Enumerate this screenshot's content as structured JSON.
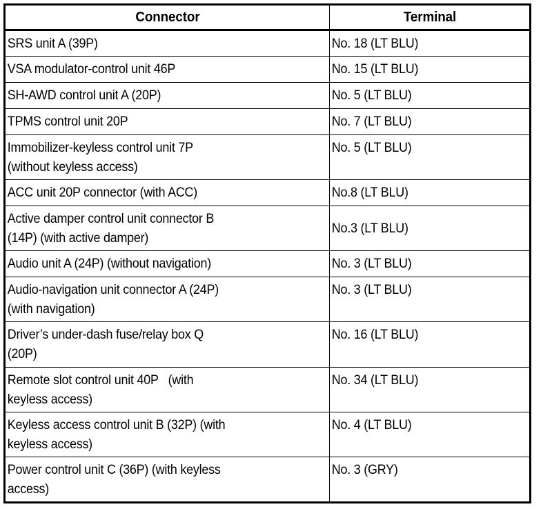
{
  "document": {
    "type": "service-manual-table",
    "background_color": "#ffffff",
    "text_color": "#000000",
    "border_color": "#000000"
  },
  "table": {
    "headers": {
      "connector": "Connector",
      "terminal": "Terminal"
    },
    "rows": [
      {
        "connector": "SRS unit A (39P)",
        "terminal": "No. 18 (LT BLU)",
        "terminal_valign": "top"
      },
      {
        "connector": "VSA modulator-control unit 46P",
        "terminal": "No. 15 (LT BLU)",
        "terminal_valign": "top"
      },
      {
        "connector": "SH-AWD control unit A (20P)",
        "terminal": "No. 5 (LT BLU)",
        "terminal_valign": "top"
      },
      {
        "connector": "TPMS control unit 20P",
        "terminal": "No. 7 (LT BLU)",
        "terminal_valign": "top"
      },
      {
        "connector": "Immobilizer-keyless control unit 7P\n(without keyless access)",
        "terminal": "No. 5 (LT BLU)",
        "terminal_valign": "top"
      },
      {
        "connector": "ACC unit 20P connector (with ACC)",
        "terminal": "No.8 (LT BLU)",
        "terminal_valign": "top"
      },
      {
        "connector": "Active damper control unit connector B\n(14P) (with active damper)",
        "terminal": "No.3 (LT BLU)",
        "terminal_valign": "middle"
      },
      {
        "connector": "Audio unit A (24P) (without navigation)",
        "terminal": "No. 3 (LT BLU)",
        "terminal_valign": "top"
      },
      {
        "connector": "Audio-navigation unit connector A (24P)\n(with navigation)",
        "terminal": "No. 3 (LT BLU)",
        "terminal_valign": "top"
      },
      {
        "connector": "Driver’s under-dash fuse/relay box Q\n(20P)",
        "terminal": "No. 16 (LT BLU)",
        "terminal_valign": "top"
      },
      {
        "connector": "Remote slot control unit 40P   (with\nkeyless access)",
        "terminal": "No. 34 (LT BLU)",
        "terminal_valign": "top"
      },
      {
        "connector": "Keyless access control unit B (32P) (with\nkeyless access)",
        "terminal": "No. 4 (LT BLU)",
        "terminal_valign": "top"
      },
      {
        "connector": "Power control unit C (36P) (with keyless\naccess)",
        "terminal": "No. 3 (GRY)",
        "terminal_valign": "top"
      }
    ]
  }
}
